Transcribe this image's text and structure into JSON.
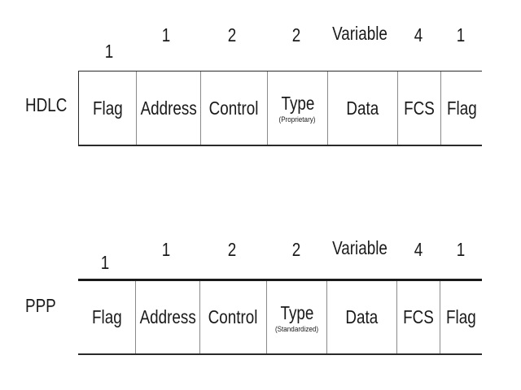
{
  "frames": [
    {
      "protocol": "HDLC",
      "sizes": [
        "1",
        "1",
        "2",
        "2",
        "Variable",
        "4",
        "1"
      ],
      "fields": [
        {
          "name": "Flag",
          "note": ""
        },
        {
          "name": "Address",
          "note": ""
        },
        {
          "name": "Control",
          "note": ""
        },
        {
          "name": "Type",
          "note": "(Proprietary)"
        },
        {
          "name": "Data",
          "note": ""
        },
        {
          "name": "FCS",
          "note": ""
        },
        {
          "name": "Flag",
          "note": ""
        }
      ]
    },
    {
      "protocol": "PPP",
      "sizes": [
        "1",
        "1",
        "2",
        "2",
        "Variable",
        "4",
        "1"
      ],
      "fields": [
        {
          "name": "Flag",
          "note": ""
        },
        {
          "name": "Address",
          "note": ""
        },
        {
          "name": "Control",
          "note": ""
        },
        {
          "name": "Type",
          "note": "(Standardized)"
        },
        {
          "name": "Data",
          "note": ""
        },
        {
          "name": "FCS",
          "note": ""
        },
        {
          "name": "Flag",
          "note": ""
        }
      ]
    }
  ]
}
